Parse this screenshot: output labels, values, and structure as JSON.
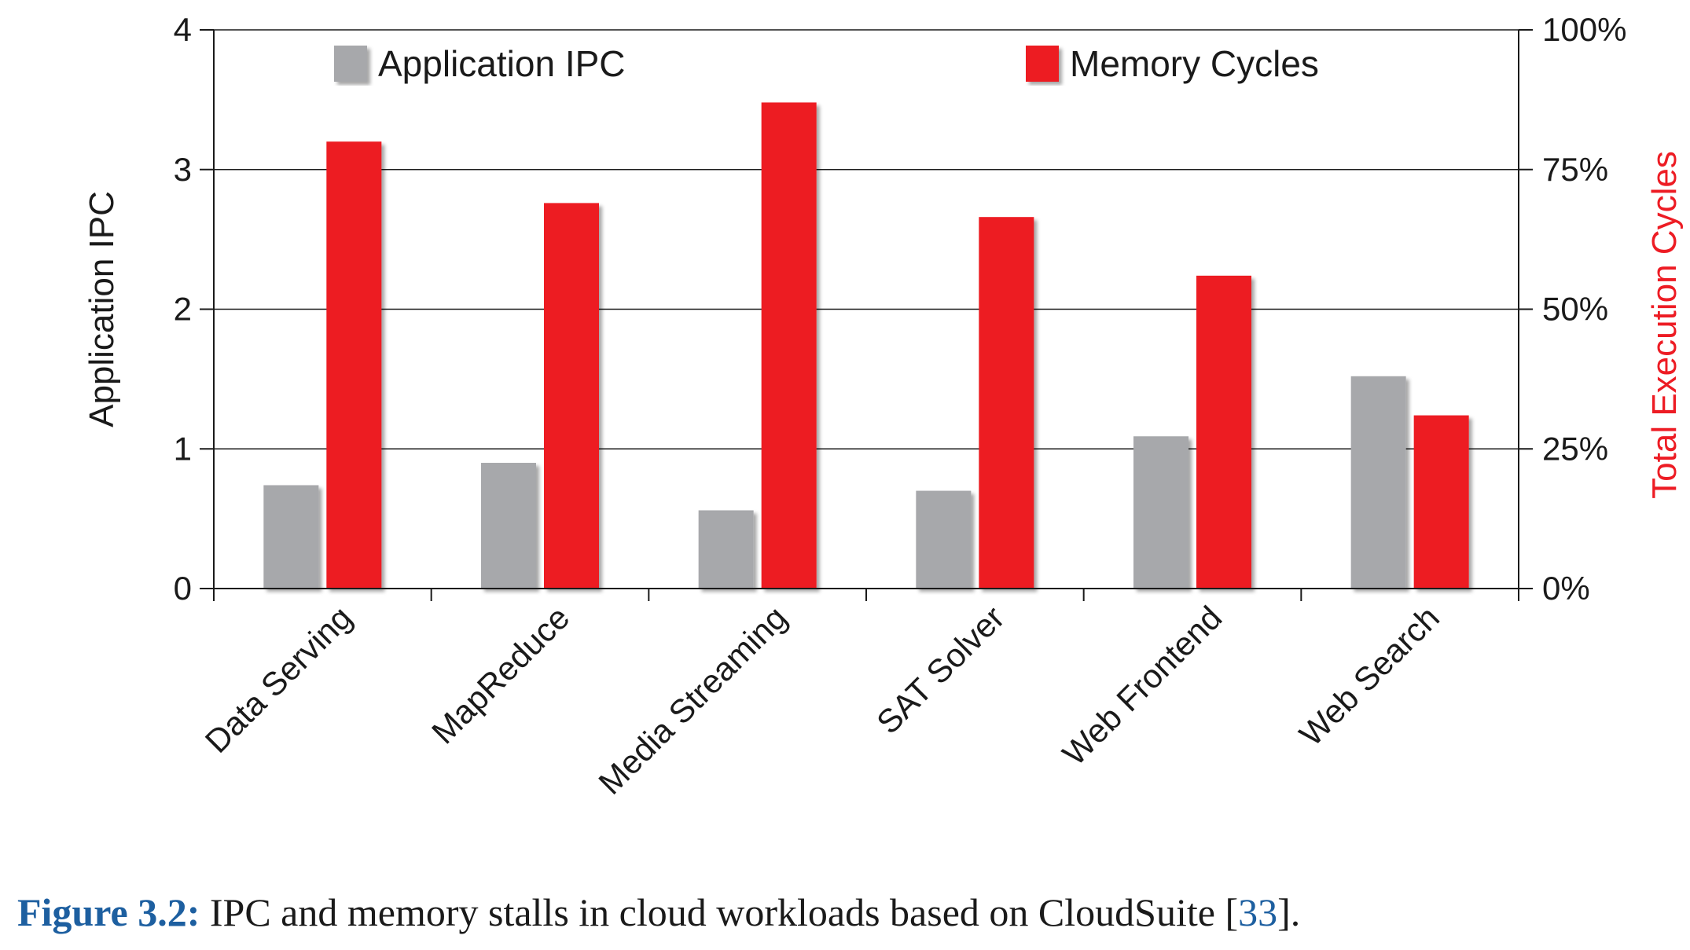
{
  "chart_data": {
    "type": "bar",
    "categories": [
      "Data Serving",
      "MapReduce",
      "Media Streaming",
      "SAT Solver",
      "Web Frontend",
      "Web Search"
    ],
    "series": [
      {
        "name": "Application IPC",
        "axis": "left",
        "color": "#a7a8ab",
        "values": [
          0.74,
          0.9,
          0.56,
          0.7,
          1.09,
          1.52
        ]
      },
      {
        "name": "Memory Cycles",
        "axis": "right",
        "color": "#ed1c24",
        "values": [
          80,
          69,
          87,
          66.5,
          56,
          31
        ]
      }
    ],
    "ylabel": "Application IPC",
    "ylim": [
      0,
      4
    ],
    "yticks": [
      "0",
      "1",
      "2",
      "3",
      "4"
    ],
    "y2label": "Total Execution Cycles",
    "y2label_color": "#ed1c24",
    "y2lim": [
      0,
      100
    ],
    "y2ticks": [
      "0%",
      "25%",
      "50%",
      "75%",
      "100%"
    ],
    "grid": true,
    "legend_position": "top"
  },
  "caption": {
    "label": "Figure 3.2:",
    "text": " IPC and memory stalls in cloud workloads based on CloudSuite ",
    "ref_open": "[",
    "ref": "33",
    "ref_close": "]."
  }
}
